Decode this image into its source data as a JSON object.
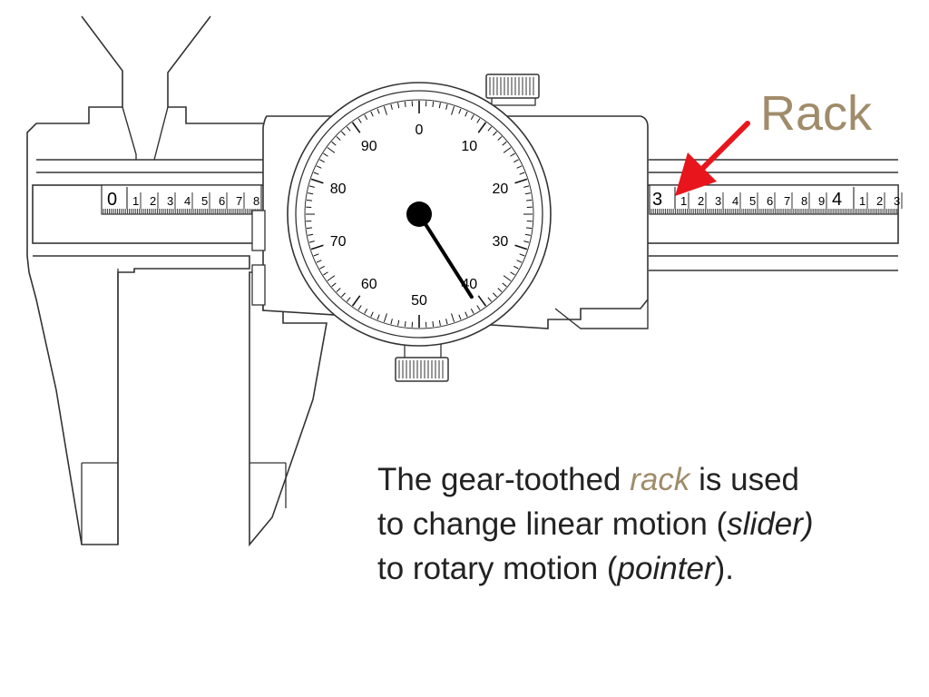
{
  "title": "Rack",
  "colors": {
    "accent": "#a08c6a",
    "arrow": "#e8161c",
    "caption_text": "#222222",
    "line": "#333333"
  },
  "dial": {
    "labels": [
      "0",
      "10",
      "20",
      "30",
      "40",
      "50",
      "60",
      "70",
      "80",
      "90"
    ],
    "pointer_reading": 41
  },
  "scale_left": {
    "main": "0",
    "minor": [
      "1",
      "2",
      "3",
      "4",
      "5",
      "6",
      "7",
      "8"
    ]
  },
  "scale_right": {
    "main_a": "3",
    "minor_a": [
      "1",
      "2",
      "3",
      "4",
      "5",
      "6",
      "7",
      "8",
      "9"
    ],
    "main_b": "4",
    "minor_b": [
      "1",
      "2",
      "3"
    ]
  },
  "caption": {
    "line1_pre": "The gear-toothed ",
    "line1_accent": "rack",
    "line1_post": " is used",
    "line2_pre": "to change linear motion (",
    "line2_italic": "slider)",
    "line3_pre": "to rotary motion (",
    "line3_italic": "pointer",
    "line3_post": ")."
  }
}
